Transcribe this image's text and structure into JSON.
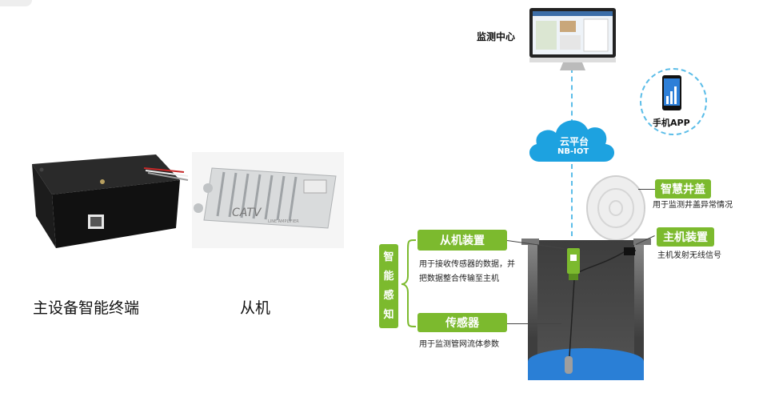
{
  "left": {
    "main_device_caption": "主设备智能终端",
    "slave_caption": "从机"
  },
  "slave_device": {
    "box_text": "CATV",
    "small_text": "LINE AMPLIFIER"
  },
  "diagram": {
    "monitor_center": "监测中心",
    "cloud_line1": "云平台",
    "cloud_line2": "NB-IOT",
    "mobile_app": "手机APP",
    "smart_cover_label": "智慧井盖",
    "smart_cover_desc": "用于监测井盖异常情况",
    "host_label": "主机装置",
    "host_desc": "主机发射无线信号",
    "sense_label": "智\n能\n感\n知",
    "slave_label": "从机装置",
    "slave_desc_1": "用于接收传感器的数据，并",
    "slave_desc_2": "把数据整合传输至主机",
    "sensor_label": "传感器",
    "sensor_desc": "用于监测管网流体参数"
  },
  "colors": {
    "green": "#7cba2e",
    "cloud_blue": "#1da2e0",
    "water_blue": "#2a7fd6",
    "dash_blue": "#5bbde8"
  }
}
